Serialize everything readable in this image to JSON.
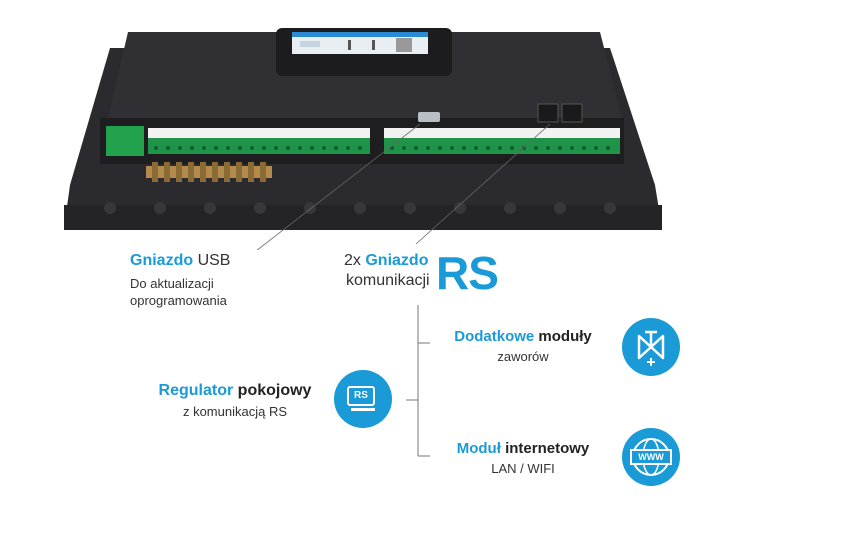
{
  "usb": {
    "title_blue": "Gniazdo",
    "title_rest": "USB",
    "sub_line1": "Do aktualizacji",
    "sub_line2": "oprogramowania"
  },
  "rs": {
    "prefix": "2x",
    "title_blue": "Gniazdo",
    "line2": "komunikacji",
    "big": "RS"
  },
  "valves": {
    "title_blue": "Dodatkowe",
    "title_dark": "moduły",
    "sub": "zaworów",
    "icon": "valve-icon"
  },
  "regulator": {
    "title_blue": "Regulator",
    "title_dark": "pokojowy",
    "sub": "z komunikacją RS",
    "icon": "rs-regulator-icon",
    "icon_text": "RS"
  },
  "internet": {
    "title_blue": "Moduł",
    "title_dark": "internetowy",
    "sub": "LAN / WIFI",
    "icon": "globe-www-icon",
    "icon_text": "WWW"
  },
  "colors": {
    "accent": "#1a9bd7",
    "device_body": "#2a2a2e",
    "terminal_green": "#1e8c4a"
  }
}
